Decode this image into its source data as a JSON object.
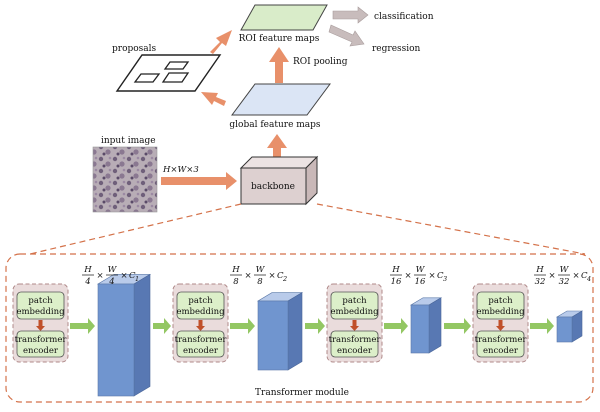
{
  "top": {
    "classification": "classification",
    "regression": "regression",
    "roi_feature_maps": "ROI feature maps",
    "roi_pooling": "ROI pooling",
    "proposals": "proposals",
    "global_feature_maps": "global feature maps",
    "input_image": "input image",
    "input_dims": "H×W×3",
    "backbone": "backbone"
  },
  "module": {
    "label": "Transformer module",
    "stages": [
      {
        "patch": "patch embedding",
        "encoder": "transformer encoder",
        "h_num": "H",
        "h_den": "4",
        "w_num": "W",
        "w_den": "4",
        "c": "C",
        "c_sub": "1"
      },
      {
        "patch": "patch embedding",
        "encoder": "transformer encoder",
        "h_num": "H",
        "h_den": "8",
        "w_num": "W",
        "w_den": "8",
        "c": "C",
        "c_sub": "2"
      },
      {
        "patch": "patch embedding",
        "encoder": "transformer encoder",
        "h_num": "H",
        "h_den": "16",
        "w_num": "W",
        "w_den": "16",
        "c": "C",
        "c_sub": "3"
      },
      {
        "patch": "patch embedding",
        "encoder": "transformer encoder",
        "h_num": "H",
        "h_den": "32",
        "w_num": "W",
        "w_den": "32",
        "c": "C",
        "c_sub": "4"
      }
    ]
  },
  "colors": {
    "arrow_orange": "#e8906a",
    "arrow_gray": "#c8bcbc",
    "arrow_green": "#93c763",
    "roi_fill": "#d9ecc9",
    "global_fill": "#dbe5f5",
    "backbone_fill": "#ddd0d0",
    "block_fill": "#eadcdc",
    "inner_fill": "#dcefc9",
    "cube_front": "#7095cf",
    "dash": "#d4724a"
  }
}
